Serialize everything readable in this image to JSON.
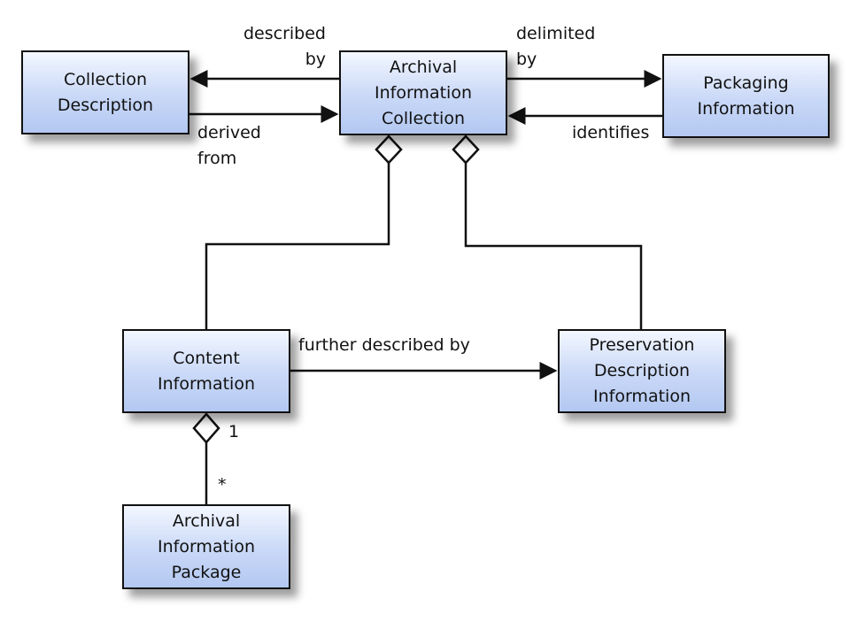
{
  "nodes": {
    "collection_description": "Collection\nDescription",
    "aic": "Archival\nInformation\nCollection",
    "packaging_information": "Packaging\nInformation",
    "content_information": "Content\nInformation",
    "pdi": "Preservation\nDescription\nInformation",
    "aip": "Archival\nInformation\nPackage"
  },
  "edge_labels": {
    "described_by": "described\nby",
    "derived_from": "derived\nfrom",
    "delimited_by": "delimited\nby",
    "identifies": "identifies",
    "further_described_by": "further described by",
    "mult_one": "1",
    "mult_many": "*"
  }
}
